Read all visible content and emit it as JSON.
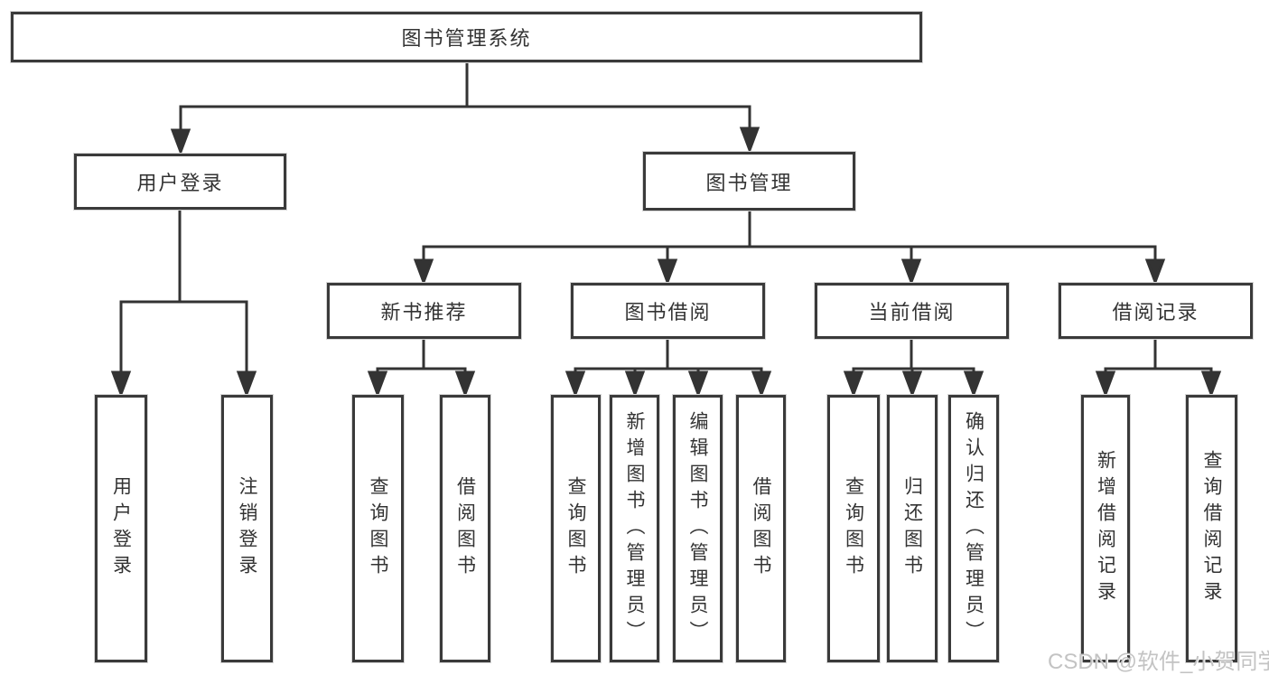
{
  "colors": {
    "line": "#333333",
    "box_border": "#3a3a3a",
    "text": "#333333",
    "watermark": "#c3c3c3",
    "background": "#ffffff"
  },
  "watermark": {
    "text": "CSDN @软件_小贺同学"
  },
  "tree": {
    "label": "图书管理系统",
    "children": [
      {
        "label": "用户登录",
        "children": [
          {
            "label": "用户登录"
          },
          {
            "label": "注销登录"
          }
        ]
      },
      {
        "label": "图书管理",
        "children": [
          {
            "label": "新书推荐",
            "children": [
              {
                "label": "查询图书"
              },
              {
                "label": "借阅图书"
              }
            ]
          },
          {
            "label": "图书借阅",
            "children": [
              {
                "label": "查询图书"
              },
              {
                "label": "新增图书（管理员）"
              },
              {
                "label": "编辑图书（管理员）"
              },
              {
                "label": "借阅图书"
              }
            ]
          },
          {
            "label": "当前借阅",
            "children": [
              {
                "label": "查询图书"
              },
              {
                "label": "归还图书"
              },
              {
                "label": "确认归还（管理员）"
              }
            ]
          },
          {
            "label": "借阅记录",
            "children": [
              {
                "label": "新增借阅记录"
              },
              {
                "label": "查询借阅记录"
              }
            ]
          }
        ]
      }
    ]
  }
}
